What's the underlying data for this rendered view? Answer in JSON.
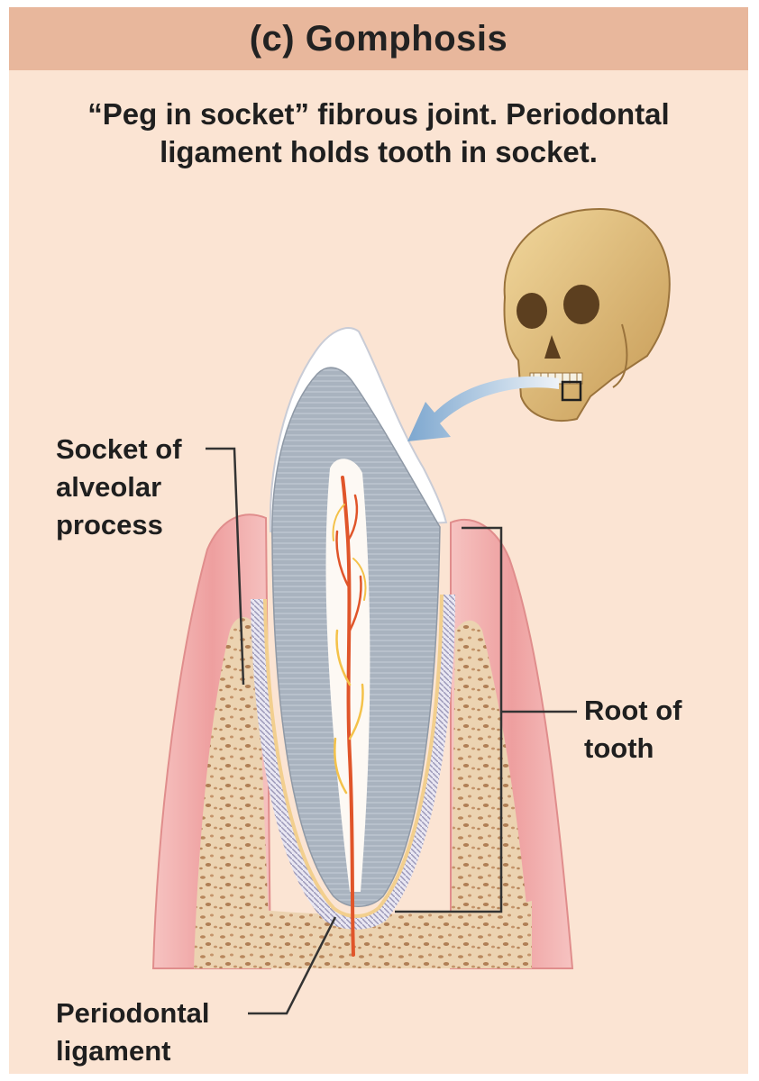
{
  "title": "(c) Gomphosis",
  "description": {
    "line1": "“Peg in socket” fibrous joint. Periodontal",
    "line2": "ligament holds tooth in socket."
  },
  "labels": {
    "socket": {
      "line1": "Socket of",
      "line2": "alveolar",
      "line3": "process"
    },
    "root": {
      "line1": "Root of",
      "line2": "tooth"
    },
    "periodontal_ligament": {
      "line1": "Periodontal",
      "line2": "ligament"
    }
  },
  "colors": {
    "panel_background": "#fbe4d3",
    "title_bar": "#e8b79c",
    "gum": "#f0a9a8",
    "bone": "#e9cba3",
    "dentin": "#a8b2be",
    "enamel": "#ffffff",
    "pulp_vessels": "#e0552a",
    "arrow": "#8fb4d6"
  }
}
